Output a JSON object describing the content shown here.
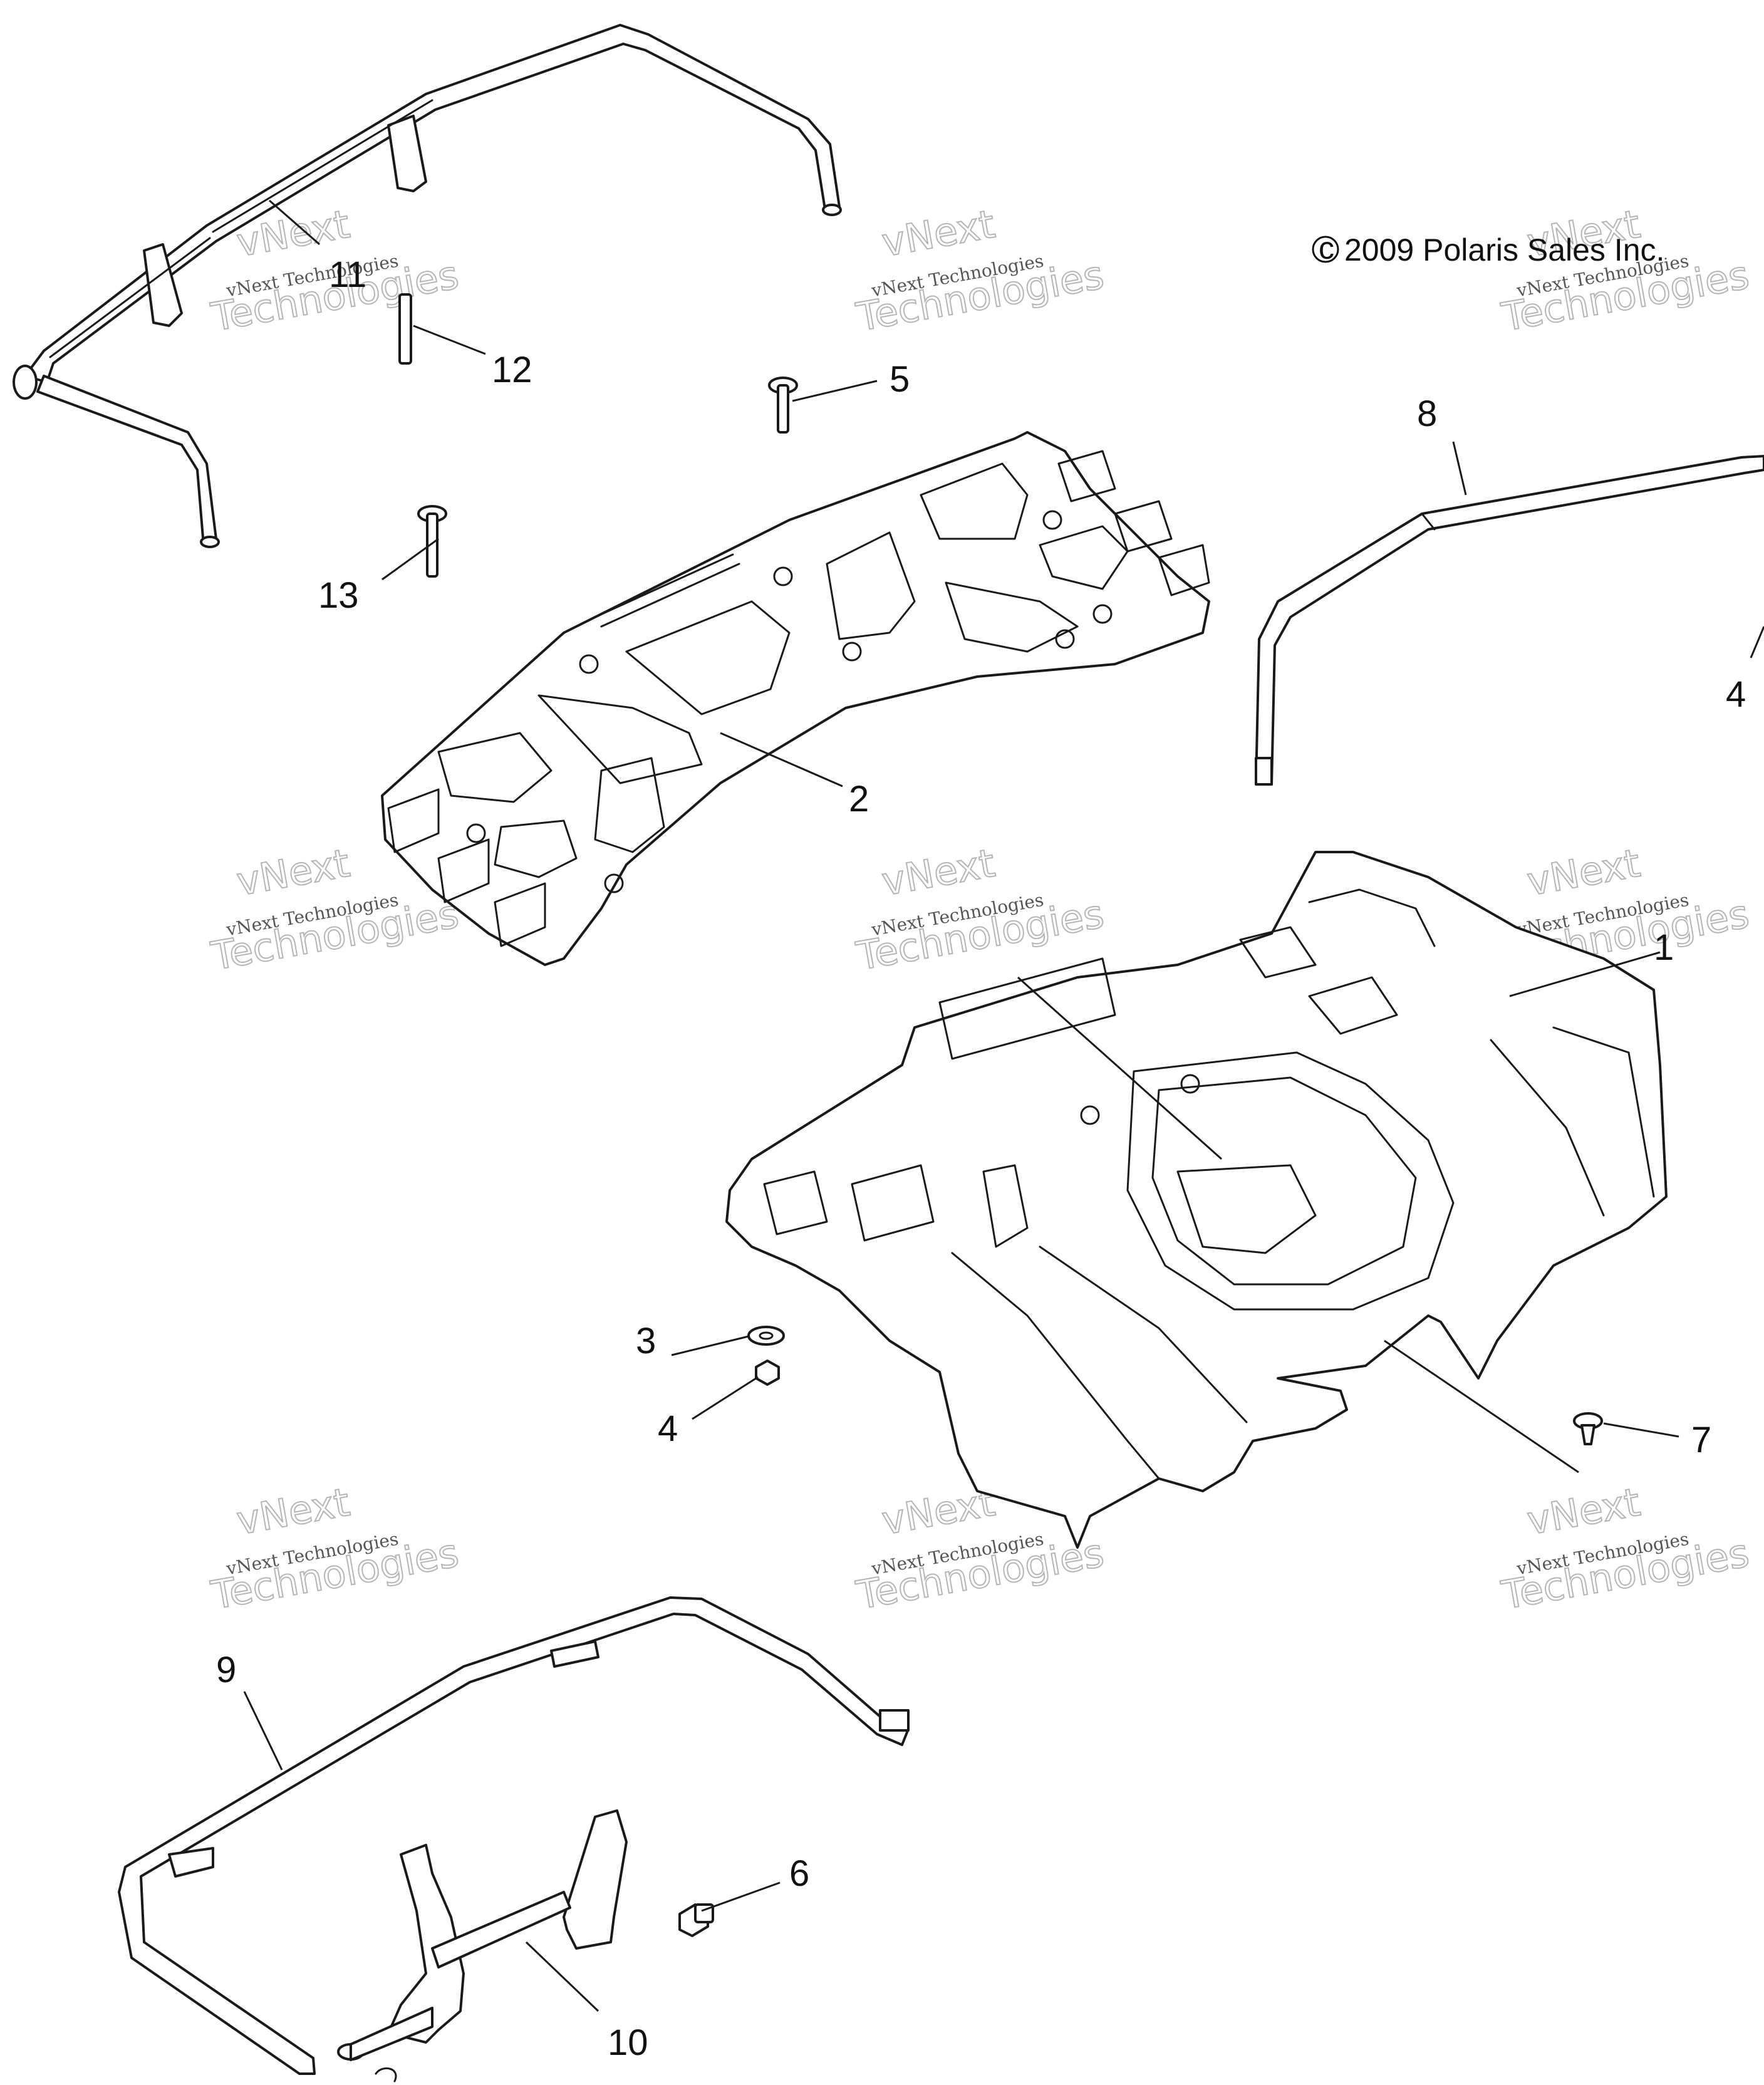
{
  "copyright": {
    "symbol": "c",
    "text": "2009 Polaris Sales Inc."
  },
  "callouts": [
    "11",
    "12",
    "5",
    "8",
    "4",
    "13",
    "2",
    "1",
    "3",
    "4",
    "7",
    "9",
    "6",
    "10"
  ],
  "watermark": {
    "line1": "vNext",
    "line2": "vNext Technologies",
    "line3": "Technologies"
  }
}
